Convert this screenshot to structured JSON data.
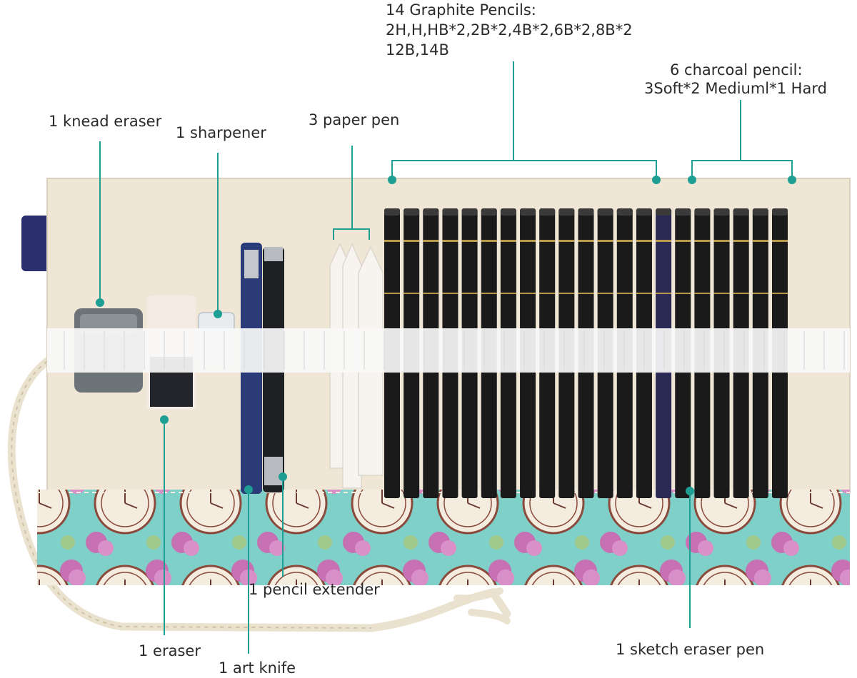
{
  "annotations": {
    "graphite_title": "14 Graphite Pencils:",
    "graphite_line1": "2H,H,HB*2,2B*2,4B*2,6B*2,8B*2",
    "graphite_line2": "12B,14B",
    "charcoal_title": "6  charcoal pencil:",
    "charcoal_line1": "3Soft*2 Mediuml*1 Hard",
    "knead_eraser": "1 knead eraser",
    "sharpener": "1 sharpener",
    "paper_pen": "3 paper pen",
    "pencil_extender": "1 pencil extender",
    "eraser": "1 eraser",
    "art_knife": "1 art knife",
    "sketch_eraser_pen": "1 sketch eraser pen"
  },
  "colors": {
    "accent": "#1f9e94",
    "canvas": "#efe6d6",
    "pencil": "#1a1a1a",
    "elastic": "#f7f7f7",
    "floral_band": "#7fd0c8",
    "floral_rose": "#c771b4",
    "strap": "#2c2f6e"
  }
}
